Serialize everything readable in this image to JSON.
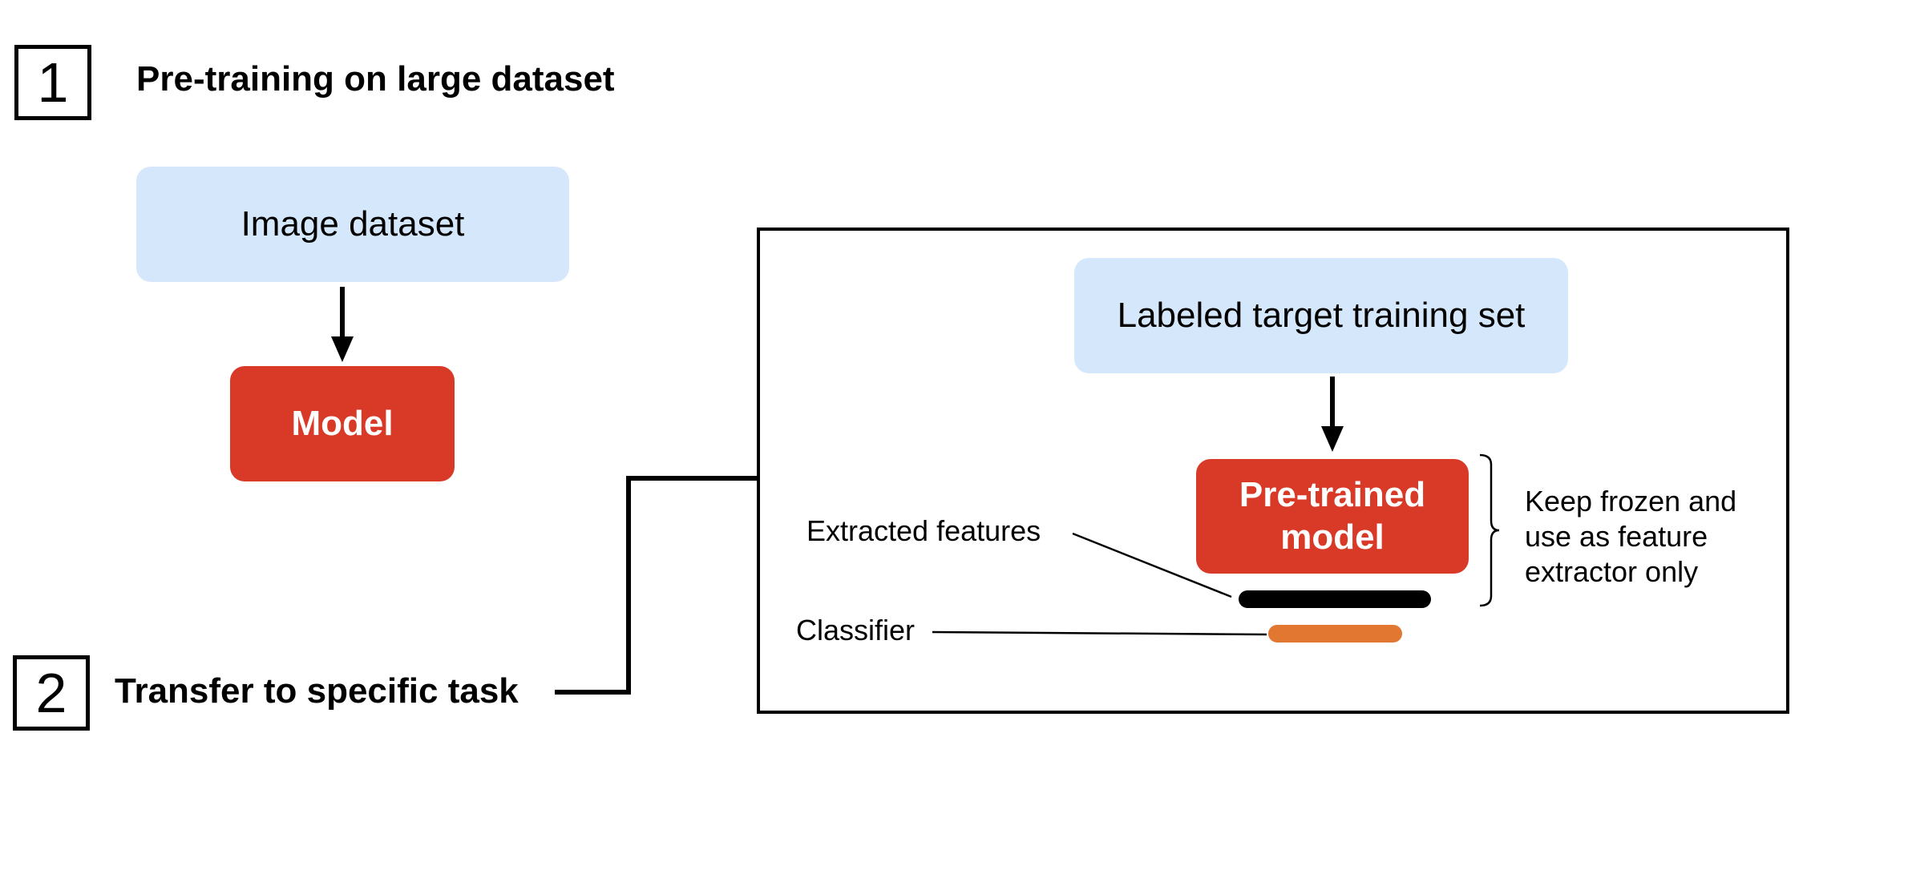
{
  "step1": {
    "number": "1",
    "title": "Pre-training on large dataset"
  },
  "step2": {
    "number": "2",
    "title": "Transfer to specific task"
  },
  "pretraining": {
    "dataset_label": "Image dataset",
    "model_label": "Model"
  },
  "transfer": {
    "dataset_label": "Labeled target training set",
    "model_label": "Pre-trained model",
    "features_label": "Extracted features",
    "classifier_label": "Classifier",
    "frozen_note": "Keep frozen and use as feature extractor only"
  },
  "colors": {
    "dataset_fill": "#d4e7fb",
    "model_fill": "#d93a28",
    "features_bar": "#000000",
    "classifier_bar": "#e27731"
  }
}
